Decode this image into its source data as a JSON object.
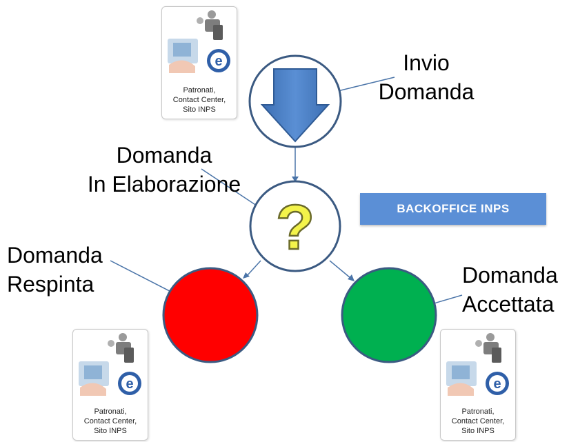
{
  "labels": {
    "invio_line1": "Invio",
    "invio_line2": "Domanda",
    "elaborazione_line1": "Domanda",
    "elaborazione_line2": "In Elaborazione",
    "respinta_line1": "Domanda",
    "respinta_line2": "Respinta",
    "accettata_line1": "Domanda",
    "accettata_line2": "Accettata"
  },
  "banner": "BACKOFFICE INPS",
  "channel_card": {
    "line1": "Patronati,",
    "line2": "Contact Center,",
    "line3": "Sito INPS"
  },
  "colors": {
    "node_border": "#3b5a82",
    "arrow_fill": "#4a7cc0",
    "question_fill": "#f3f34a",
    "rejected": "#ff0000",
    "accepted": "#00b050",
    "connector": "#4a74a8",
    "banner": "#5b8fd6"
  },
  "icons": [
    "down-arrow-icon",
    "question-mark-icon",
    "operators-icon",
    "computer-icon",
    "internet-explorer-icon"
  ]
}
